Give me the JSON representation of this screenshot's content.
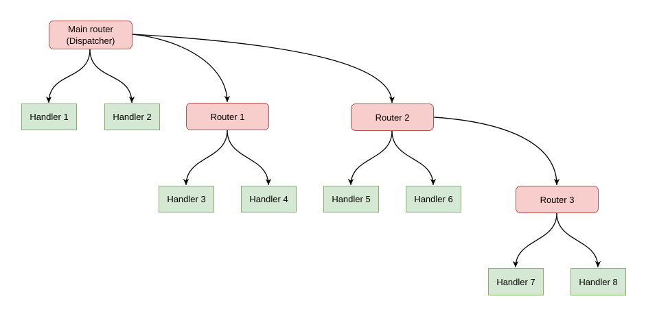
{
  "diagram": {
    "type": "flowchart-tree",
    "colors": {
      "router_fill": "#f8cecc",
      "router_stroke": "#b85450",
      "handler_fill": "#d5e8d4",
      "handler_stroke": "#82b366",
      "edge_color": "#000000",
      "background": "#ffffff",
      "text": "#000000"
    },
    "nodes": {
      "main": {
        "label": "Main router\n(Dispatcher)",
        "type": "router"
      },
      "handler1": {
        "label": "Handler 1",
        "type": "handler"
      },
      "handler2": {
        "label": "Handler 2",
        "type": "handler"
      },
      "router1": {
        "label": "Router 1",
        "type": "router"
      },
      "router2": {
        "label": "Router 2",
        "type": "router"
      },
      "handler3": {
        "label": "Handler 3",
        "type": "handler"
      },
      "handler4": {
        "label": "Handler 4",
        "type": "handler"
      },
      "handler5": {
        "label": "Handler 5",
        "type": "handler"
      },
      "handler6": {
        "label": "Handler 6",
        "type": "handler"
      },
      "router3": {
        "label": "Router 3",
        "type": "router"
      },
      "handler7": {
        "label": "Handler 7",
        "type": "handler"
      },
      "handler8": {
        "label": "Handler 8",
        "type": "handler"
      }
    },
    "edges": [
      {
        "from": "main",
        "to": "handler1"
      },
      {
        "from": "main",
        "to": "handler2"
      },
      {
        "from": "main",
        "to": "router1"
      },
      {
        "from": "main",
        "to": "router2"
      },
      {
        "from": "router1",
        "to": "handler3"
      },
      {
        "from": "router1",
        "to": "handler4"
      },
      {
        "from": "router2",
        "to": "handler5"
      },
      {
        "from": "router2",
        "to": "handler6"
      },
      {
        "from": "router2",
        "to": "router3"
      },
      {
        "from": "router3",
        "to": "handler7"
      },
      {
        "from": "router3",
        "to": "handler8"
      }
    ]
  }
}
